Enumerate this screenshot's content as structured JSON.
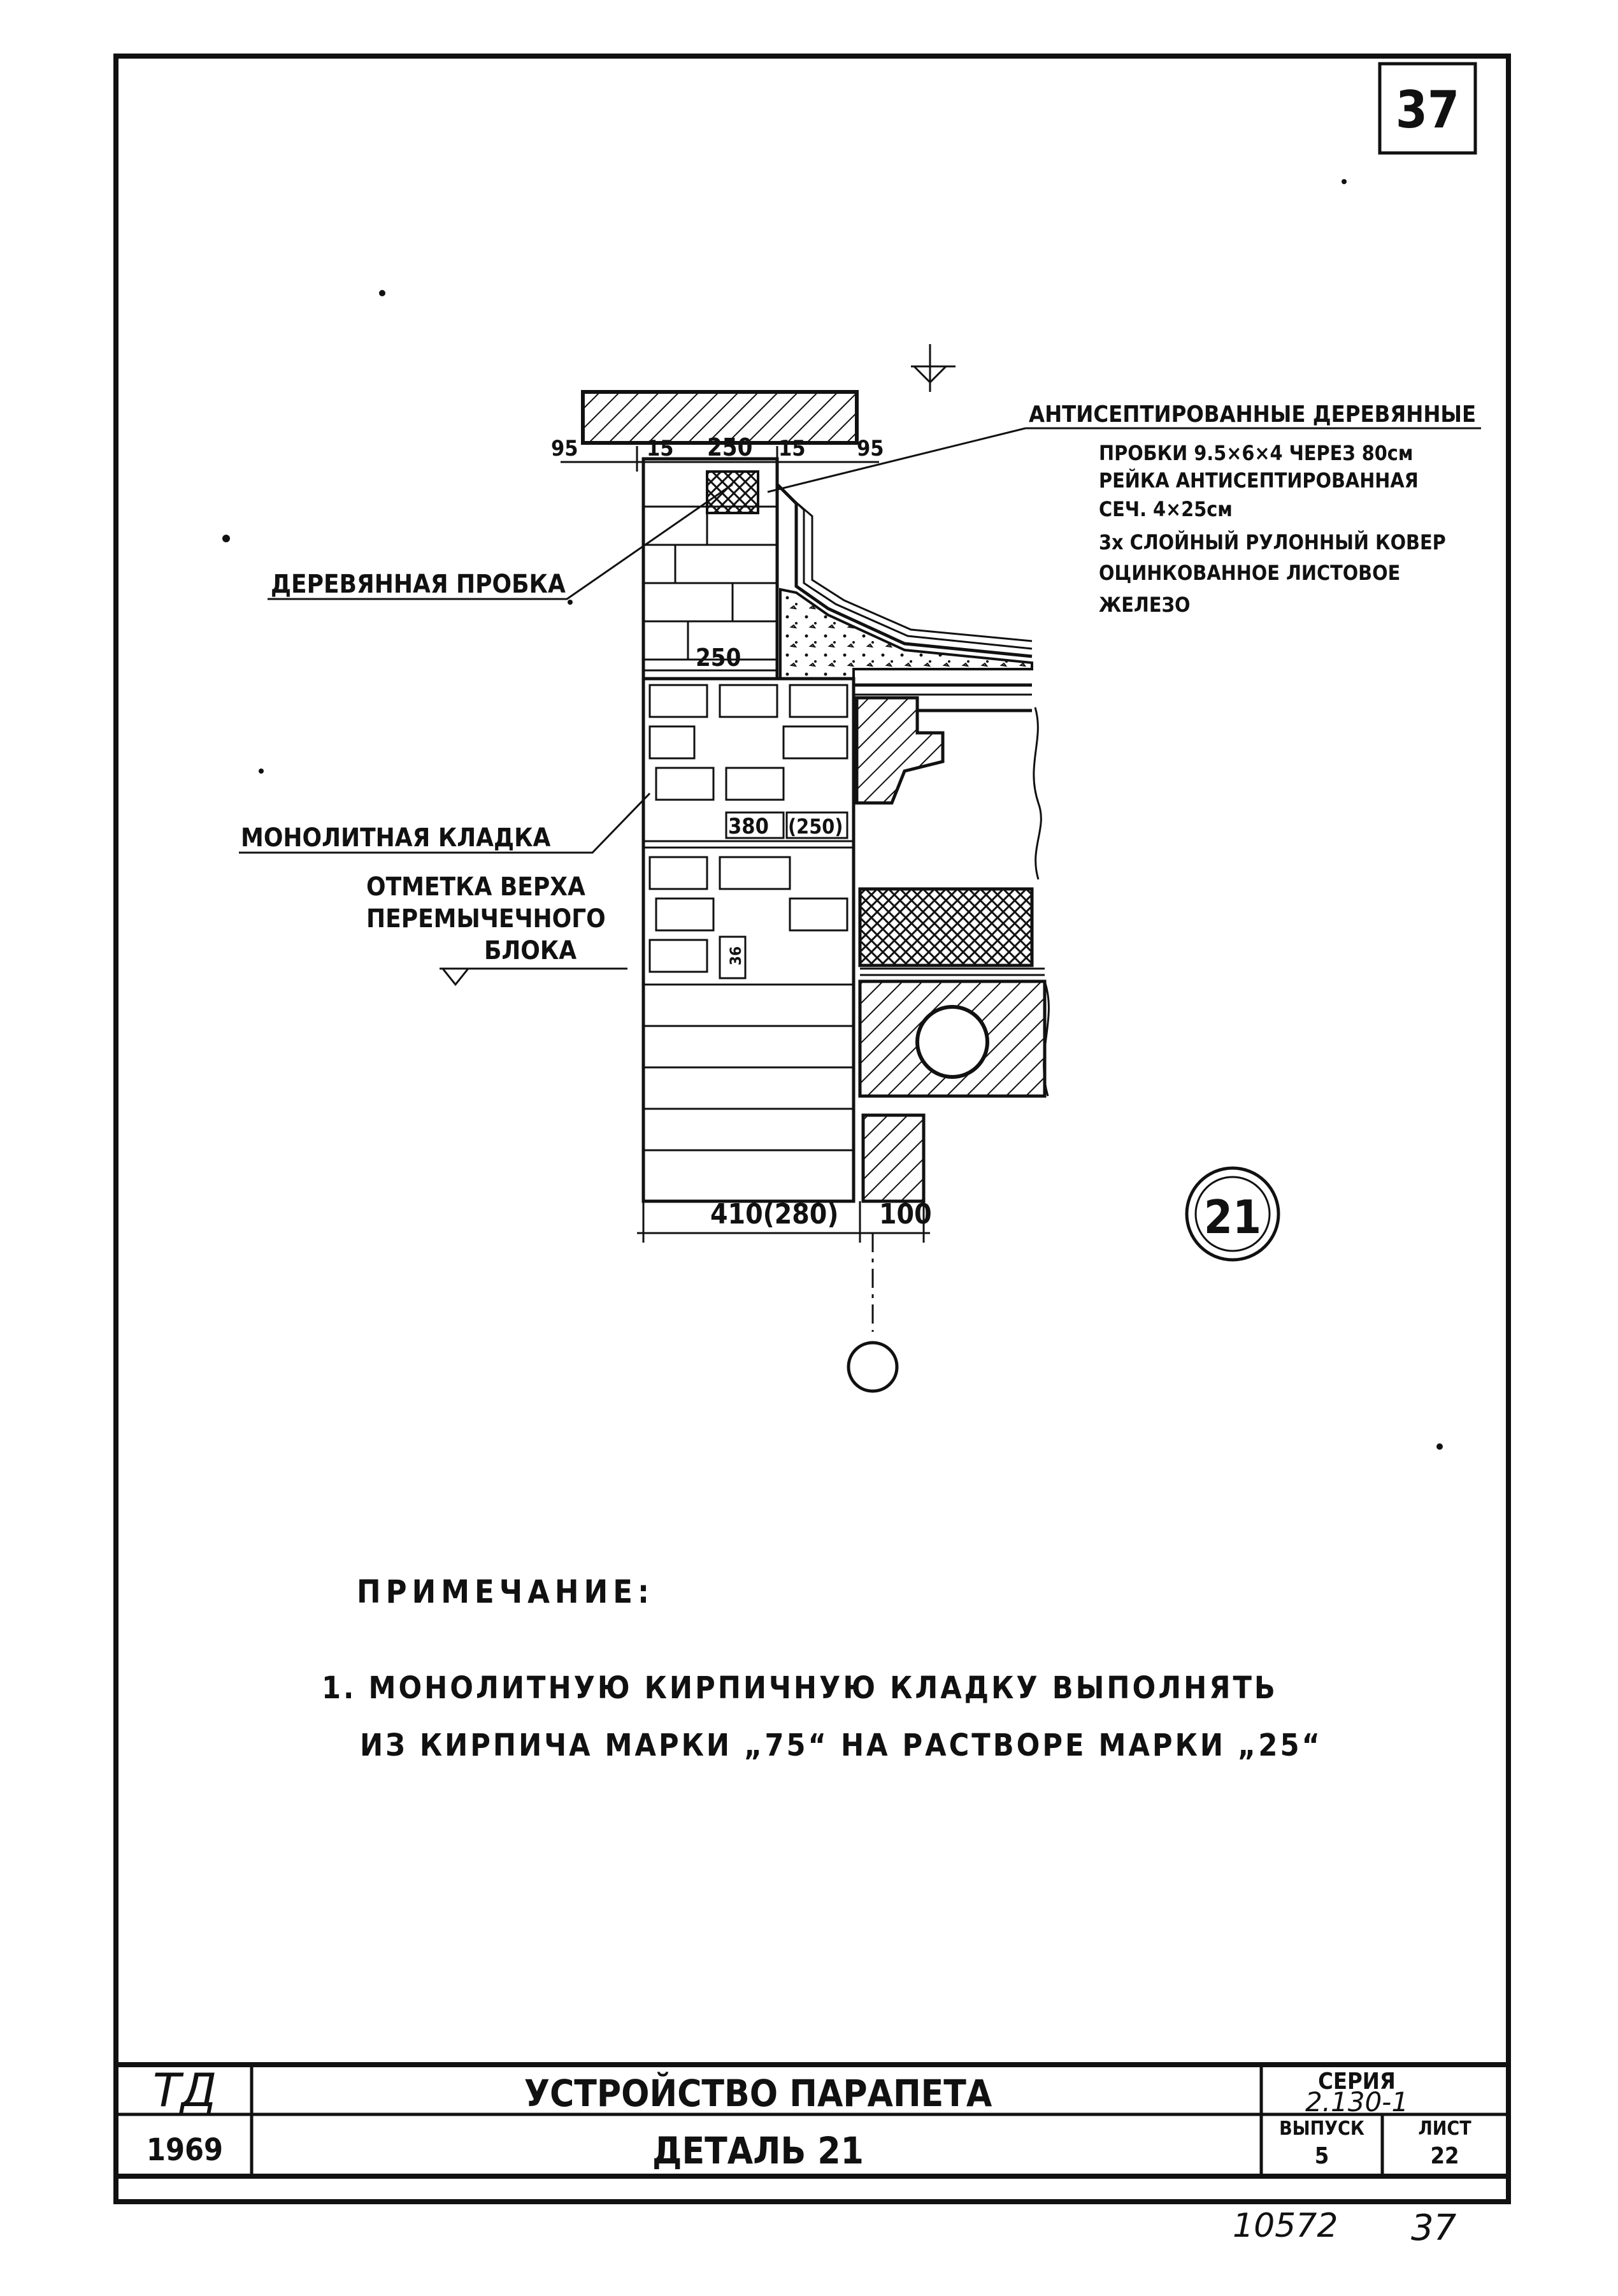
{
  "sheet_number_box": "37",
  "drawing": {
    "top_dims": [
      "95",
      "15",
      "250",
      "15",
      "95"
    ],
    "callout_antiseptic_title": "АНТИСЕПТИРОВАННЫЕ ДЕРЕВЯННЫЕ",
    "callout_lines": [
      "ПРОБКИ 9.5×6×4 ЧЕРЕЗ 80см",
      "РЕЙКА АНТИСЕПТИРОВАННАЯ",
      "СЕЧ. 4×25см",
      "3х СЛОЙНЫЙ РУЛОННЫЙ КОВЕР",
      "ОЦИНКОВАННОЕ ЛИСТОВОЕ",
      "ЖЕЛЕЗО"
    ],
    "label_wood_plug": "ДЕРЕВЯННАЯ ПРОБКА",
    "dim_250": "250",
    "label_monolithic": "МОНОЛИТНАЯ КЛАДКА",
    "dim_380": "380",
    "dim_250_paren": "(250)",
    "dim_36": "36",
    "label_mark_lines": [
      "ОТМЕТКА ВЕРХА",
      "ПЕРЕМЫЧЕЧНОГО",
      "БЛОКА"
    ],
    "bottom_dim_main": "410(280)",
    "bottom_dim_side": "100",
    "detail_number": "21"
  },
  "note": {
    "heading": "ПРИМЕЧАНИЕ:",
    "line1": "1. МОНОЛИТНУЮ КИРПИЧНУЮ КЛАДКУ ВЫПОЛНЯТЬ",
    "line2": "ИЗ КИРПИЧА МАРКИ „75“ НА РАСТВОРЕ МАРКИ „25“"
  },
  "title_block": {
    "org": "ТД",
    "year": "1969",
    "title": "УСТРОЙСТВО ПАРАПЕТА",
    "subtitle": "ДЕТАЛЬ 21",
    "series_label": "СЕРИЯ",
    "series_value": "2.130-1",
    "issue_label": "ВЫПУСК",
    "issue_value": "5",
    "sheet_label": "ЛИСТ",
    "sheet_value": "22"
  },
  "handwritten": {
    "inventory": "10572",
    "page": "37"
  }
}
